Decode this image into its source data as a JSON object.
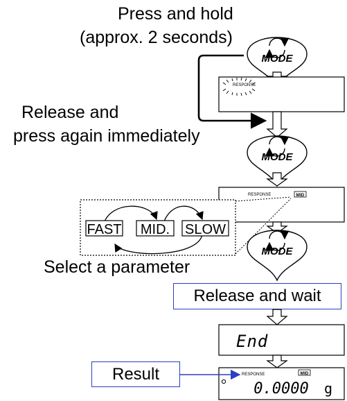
{
  "labels": {
    "press_hold_1": "Press and hold",
    "press_hold_2": "(approx. 2 seconds)",
    "release_press_1": "Release and",
    "release_press_2": "press again immediately",
    "select_param": "Select a parameter",
    "release_wait": "Release and wait",
    "result": "Result"
  },
  "buttons": {
    "mode": "MODE"
  },
  "displays": {
    "response_small": "RESPONSE",
    "mid_short": "MID",
    "end_text": "End",
    "weight_value": "0.0000",
    "unit": "g"
  },
  "options": [
    "FAST",
    "MID.",
    "SLOW"
  ],
  "colors": {
    "accent_blue": "#2b3fbf",
    "line": "#000000"
  }
}
